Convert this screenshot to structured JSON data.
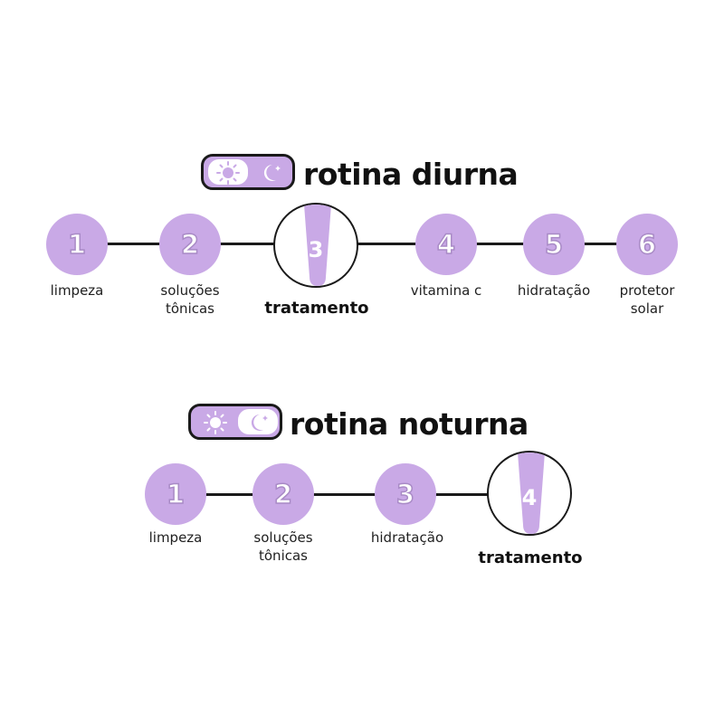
{
  "day": {
    "title": "rotina diurna",
    "steps": [
      {
        "num": "1",
        "label": "limpeza"
      },
      {
        "num": "2",
        "label": "soluções tônicas"
      },
      {
        "num": "3",
        "label": "tratamento",
        "highlight": true
      },
      {
        "num": "4",
        "label": "vitamina c"
      },
      {
        "num": "5",
        "label": "hidratação"
      },
      {
        "num": "6",
        "label": "protetor solar"
      }
    ],
    "toggle_state": "day"
  },
  "night": {
    "title": "rotina noturna",
    "steps": [
      {
        "num": "1",
        "label": "limpeza"
      },
      {
        "num": "2",
        "label": "soluções tônicas"
      },
      {
        "num": "3",
        "label": "hidratação"
      },
      {
        "num": "4",
        "label": "tratamento",
        "highlight": true
      }
    ],
    "toggle_state": "night"
  },
  "colors": {
    "lavender": "#c9a9e6",
    "outline": "#1a1a1a",
    "numeral_stroke": "#a98bc6"
  },
  "icons": [
    "sun-icon",
    "moon-stars-icon",
    "product-tube-icon"
  ]
}
